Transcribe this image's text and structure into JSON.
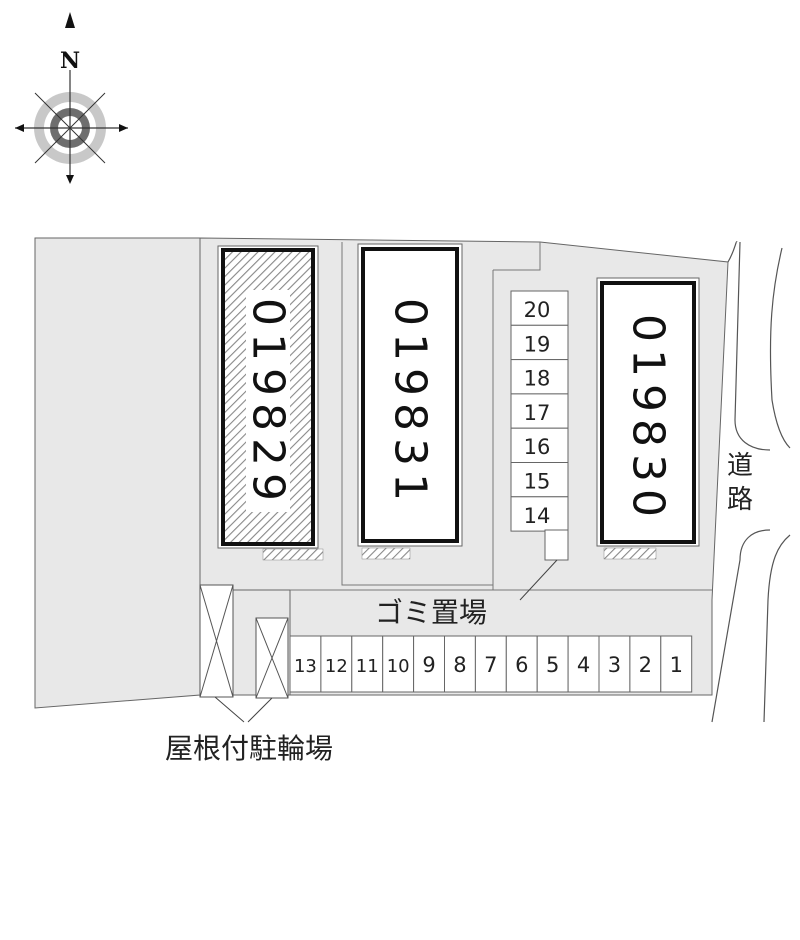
{
  "compass": {
    "north_label": "N"
  },
  "buildings": [
    {
      "id": "building-019829",
      "code_digits": [
        "0",
        "1",
        "9",
        "8",
        "2",
        "9"
      ],
      "hatched": true
    },
    {
      "id": "building-019831",
      "code_digits": [
        "0",
        "1",
        "9",
        "8",
        "3",
        "1"
      ],
      "hatched": false
    },
    {
      "id": "building-019830",
      "code_digits": [
        "0",
        "1",
        "9",
        "8",
        "3",
        "0"
      ],
      "hatched": false
    }
  ],
  "parking_vertical": [
    "20",
    "19",
    "18",
    "17",
    "16",
    "15",
    "14"
  ],
  "parking_bottom": [
    "13",
    "12",
    "11",
    "10",
    "9",
    "8",
    "7",
    "6",
    "5",
    "4",
    "3",
    "2",
    "1"
  ],
  "labels": {
    "garbage": "ゴミ置場",
    "bike_parking": "屋根付駐輪場",
    "road": "道路"
  },
  "colors": {
    "lot": "#e8e8e8",
    "line": "#555555",
    "building_border": "#111111",
    "hatch": "#888888"
  }
}
